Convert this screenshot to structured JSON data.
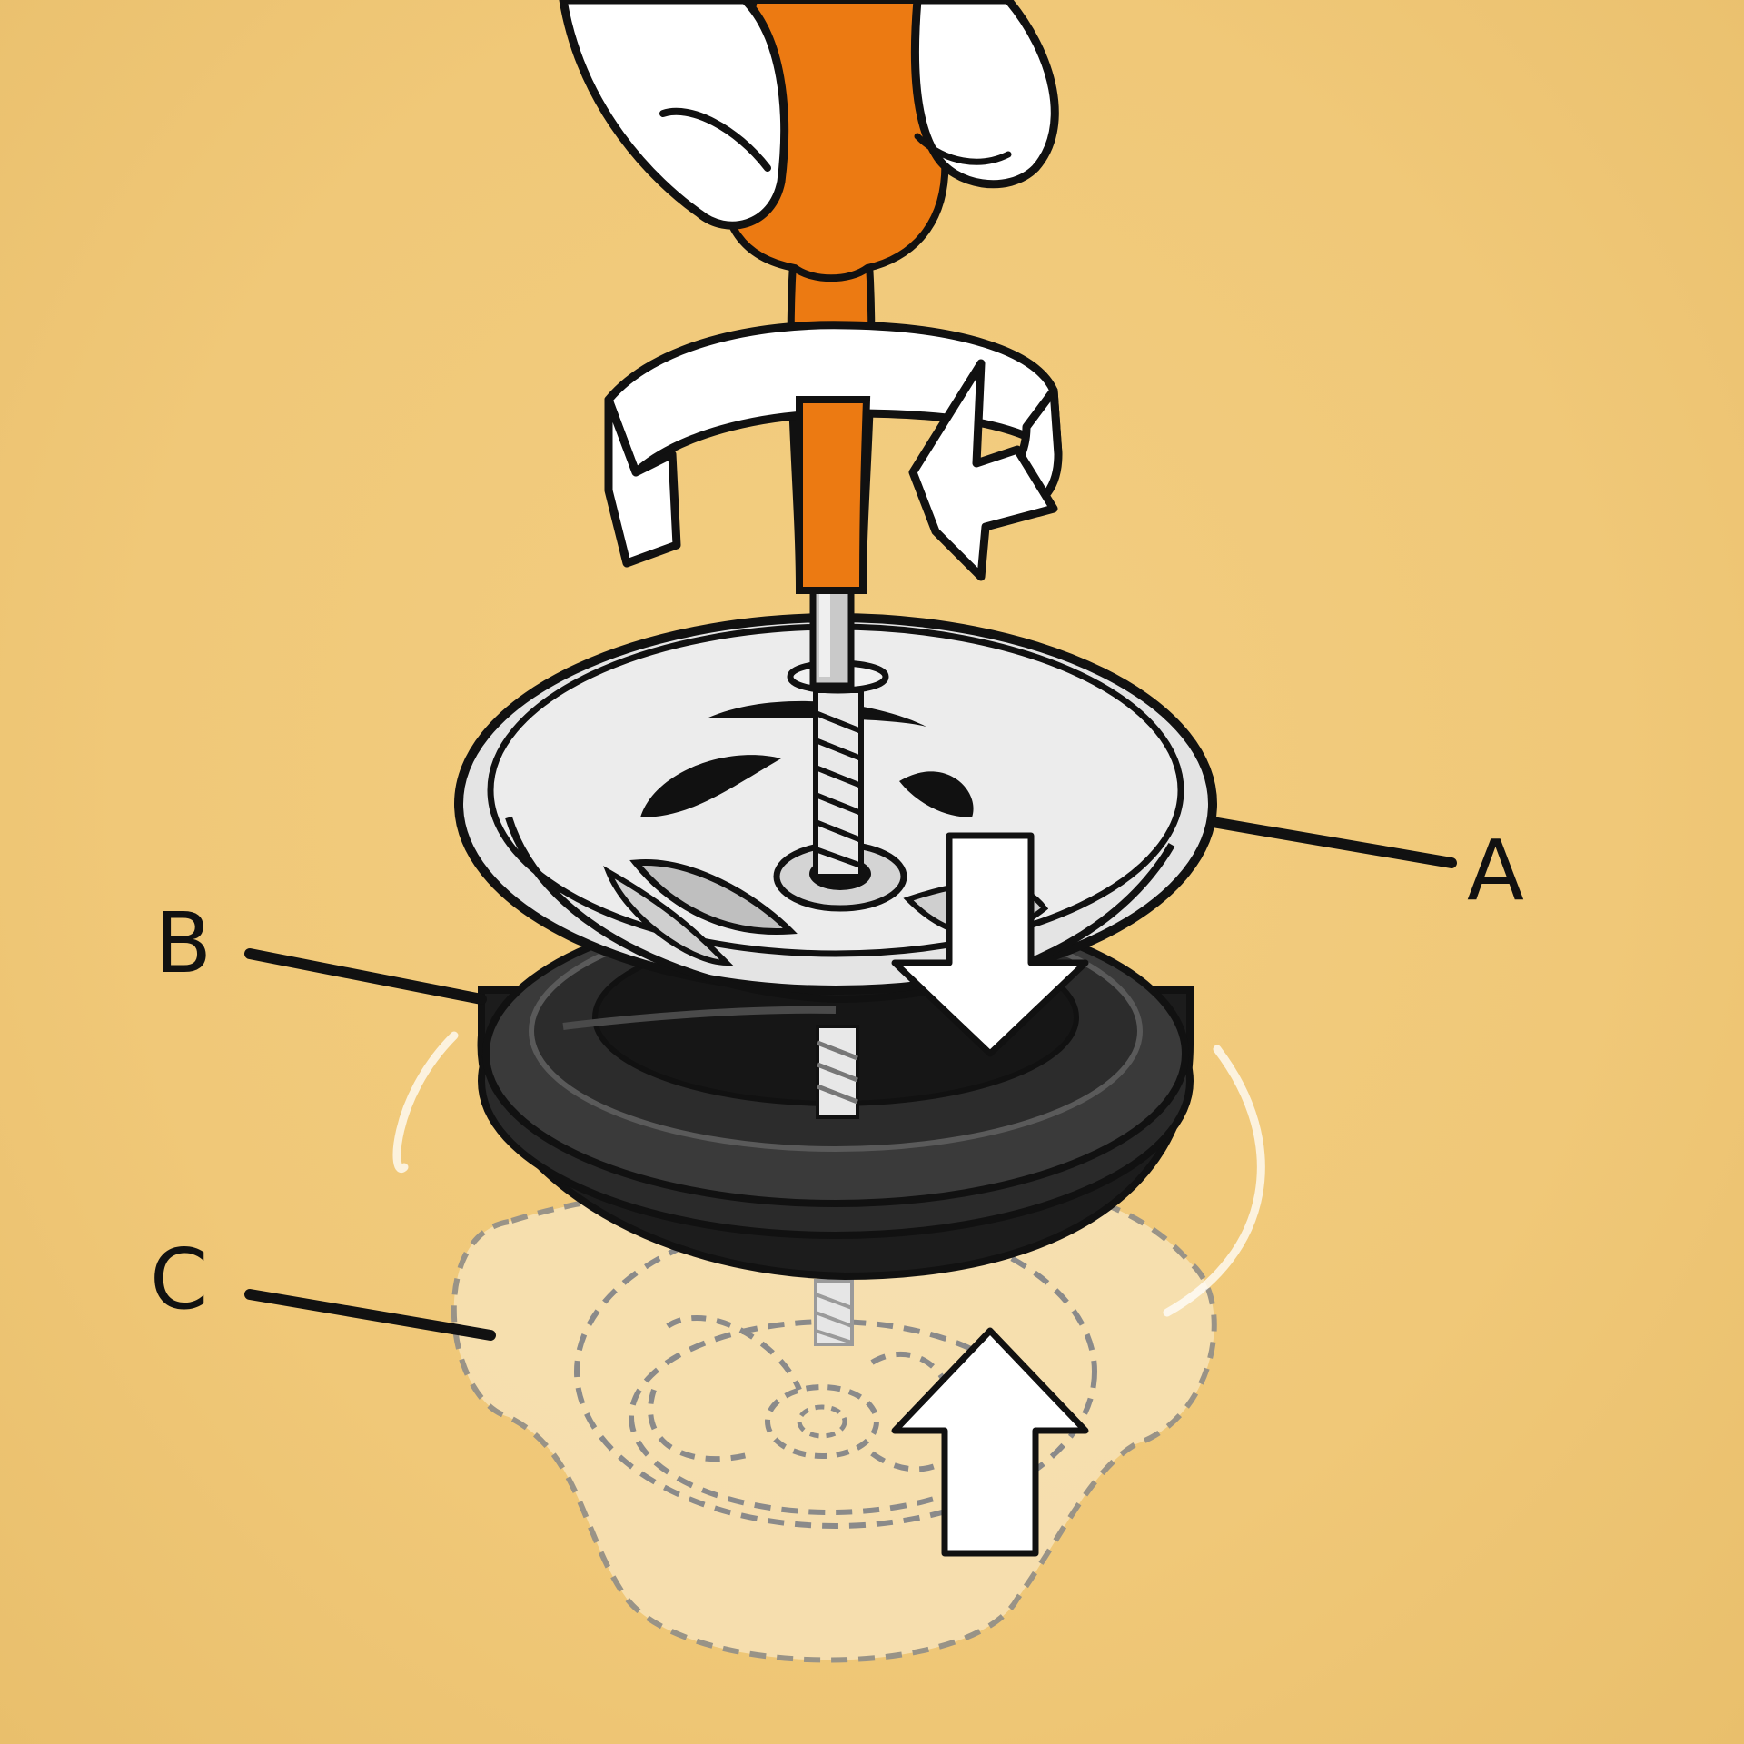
{
  "diagram": {
    "labels": {
      "a": "A",
      "b": "B",
      "c": "C"
    },
    "icons": [
      "hand-icon",
      "screwdriver-icon",
      "rotate-arrow-icon",
      "down-arrow-icon",
      "up-arrow-icon"
    ],
    "colors": {
      "background": "#f0c878",
      "screwdriver_handle": "#ec7a12",
      "outline": "#111111",
      "strainer_metal": "#d9d9d9",
      "gasket": "#2a2a2a",
      "arrow_fill": "#ffffff",
      "ghost_part": "#f8e3b8"
    }
  }
}
